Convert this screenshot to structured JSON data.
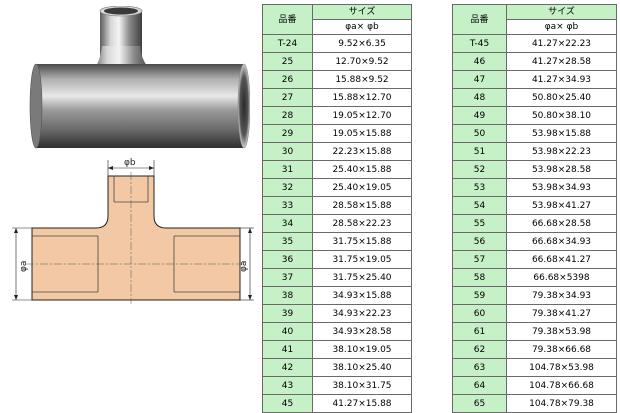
{
  "table_left": {
    "header_no": "品番",
    "header_size": "サイズ",
    "header_dim": "φa× φb",
    "rows": [
      {
        "no": "T-24",
        "size": "9.52×6.35"
      },
      {
        "no": "25",
        "size": "12.70×9.52"
      },
      {
        "no": "26",
        "size": "15.88×9.52"
      },
      {
        "no": "27",
        "size": "15.88×12.70"
      },
      {
        "no": "28",
        "size": "19.05×12.70"
      },
      {
        "no": "29",
        "size": "19.05×15.88"
      },
      {
        "no": "30",
        "size": "22.23×15.88"
      },
      {
        "no": "31",
        "size": "25.40×15.88"
      },
      {
        "no": "32",
        "size": "25.40×19.05"
      },
      {
        "no": "33",
        "size": "28.58×15.88"
      },
      {
        "no": "34",
        "size": "28.58×22.23"
      },
      {
        "no": "35",
        "size": "31.75×15.88"
      },
      {
        "no": "36",
        "size": "31.75×19.05"
      },
      {
        "no": "37",
        "size": "31.75×25.40"
      },
      {
        "no": "38",
        "size": "34.93×15.88"
      },
      {
        "no": "39",
        "size": "34.93×22.23"
      },
      {
        "no": "40",
        "size": "34.93×28.58"
      },
      {
        "no": "41",
        "size": "38.10×19.05"
      },
      {
        "no": "42",
        "size": "38.10×25.40"
      },
      {
        "no": "43",
        "size": "38.10×31.75"
      },
      {
        "no": "45",
        "size": "41.27×15.88"
      }
    ]
  },
  "table_right": {
    "header_no": "品番",
    "header_size": "サイズ",
    "header_dim": "φa× φb",
    "rows": [
      {
        "no": "T-45",
        "size": "41.27×22.23"
      },
      {
        "no": "46",
        "size": "41.27×28.58"
      },
      {
        "no": "47",
        "size": "41.27×34.93"
      },
      {
        "no": "48",
        "size": "50.80×25.40"
      },
      {
        "no": "49",
        "size": "50.80×38.10"
      },
      {
        "no": "50",
        "size": "53.98×15.88"
      },
      {
        "no": "51",
        "size": "53.98×22.23"
      },
      {
        "no": "52",
        "size": "53.98×28.58"
      },
      {
        "no": "53",
        "size": "53.98×34.93"
      },
      {
        "no": "54",
        "size": "53.98×41.27"
      },
      {
        "no": "55",
        "size": "66.68×28.58"
      },
      {
        "no": "56",
        "size": "66.68×34.93"
      },
      {
        "no": "57",
        "size": "66.68×41.27"
      },
      {
        "no": "58",
        "size": "66.68×5398"
      },
      {
        "no": "59",
        "size": "79.38×34.93"
      },
      {
        "no": "60",
        "size": "79.38×41.27"
      },
      {
        "no": "61",
        "size": "79.38×53.98"
      },
      {
        "no": "62",
        "size": "79.38×66.68"
      },
      {
        "no": "63",
        "size": "104.78×53.98"
      },
      {
        "no": "64",
        "size": "104.78×66.68"
      },
      {
        "no": "65",
        "size": "104.78×79.38"
      }
    ]
  },
  "drawing": {
    "label_b": "φb",
    "label_a_left": "φa",
    "label_a_right": "φa",
    "body_color": "#f2c9a4",
    "line_color": "#222222"
  }
}
